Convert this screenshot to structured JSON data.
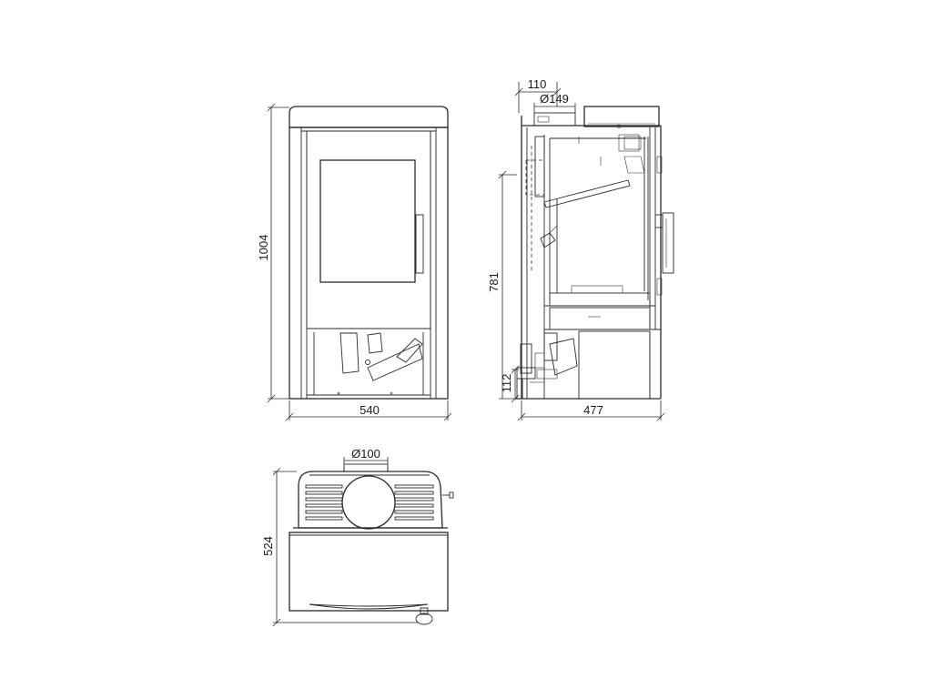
{
  "dimensions": {
    "front_height": "1004",
    "front_width": "540",
    "side_top_offset": "110",
    "side_flue_diameter": "Ø149",
    "side_inlet_height": "781",
    "side_bottom_offset": "112",
    "side_depth": "477",
    "top_flue_diameter": "Ø100",
    "top_depth": "524"
  }
}
